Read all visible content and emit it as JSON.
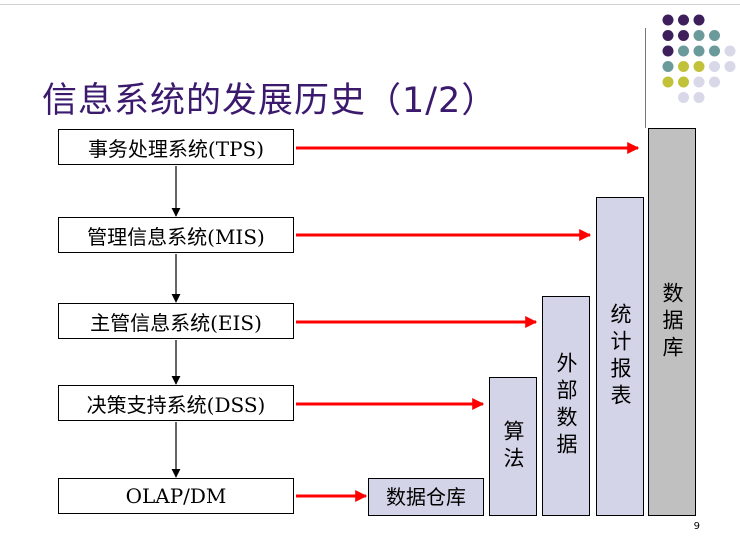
{
  "title": "信息系统的发展历史（1/2）",
  "systems": [
    {
      "label": "事务处理系统(TPS)"
    },
    {
      "label": "管理信息系统(MIS)"
    },
    {
      "label": "主管信息系统(EIS)"
    },
    {
      "label": "决策支持系统(DSS)"
    },
    {
      "label": "OLAP/DM"
    }
  ],
  "columns": [
    {
      "label": "数据仓库"
    },
    {
      "label": "算法"
    },
    {
      "label": "外部数据"
    },
    {
      "label": "统计报表"
    },
    {
      "label": "数据库"
    }
  ],
  "page_number": "9",
  "colors": {
    "title": "#3b1a6e",
    "arrow": "#ff0000",
    "column_fill": "#d4d4e8",
    "database_fill": "#c0c0c0",
    "dot_purple": "#3d1f5c",
    "dot_teal": "#6b9a9a",
    "dot_olive": "#c2c23a",
    "dot_light": "#d8d8e8"
  },
  "decoration": {
    "dot_grid": [
      [
        "purple",
        "purple",
        "purple",
        "",
        ""
      ],
      [
        "purple",
        "purple",
        "teal",
        "teal",
        ""
      ],
      [
        "purple",
        "teal",
        "teal",
        "teal",
        "light"
      ],
      [
        "teal",
        "olive",
        "olive",
        "light",
        "light"
      ],
      [
        "olive",
        "olive",
        "light",
        "light",
        ""
      ],
      [
        "",
        "light",
        "light",
        "",
        ""
      ]
    ]
  }
}
